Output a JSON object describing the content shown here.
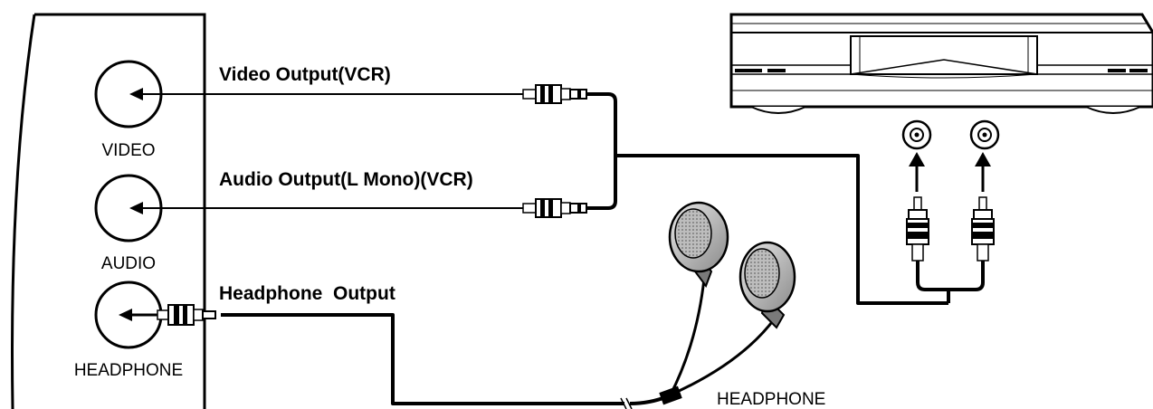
{
  "panel": {
    "jacks": [
      {
        "id": "video",
        "label": "VIDEO"
      },
      {
        "id": "audio",
        "label": "AUDIO"
      },
      {
        "id": "headphone",
        "label": "HEADPHONE"
      }
    ]
  },
  "connections": {
    "video_output": "Video Output(VCR)",
    "audio_output": "Audio Output(L Mono)(VCR)",
    "headphone_output": "Headphone  Output"
  },
  "devices": {
    "headphone_label": "HEADPHONE"
  }
}
